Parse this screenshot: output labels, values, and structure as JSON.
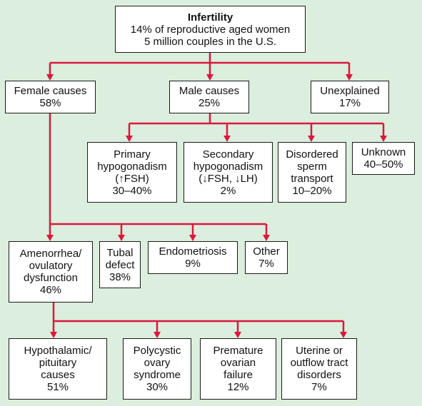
{
  "colors": {
    "background": "#dceedd",
    "connector": "#d9193f",
    "box_fill": "#ffffff",
    "box_border": "#1a1a1a"
  },
  "nodes": {
    "infertility": {
      "title": "Infertility",
      "lines": [
        "14% of reproductive aged women",
        "5 million couples in the U.S."
      ]
    },
    "female": {
      "lines": [
        "Female causes",
        "58%"
      ]
    },
    "male": {
      "lines": [
        "Male causes",
        "25%"
      ]
    },
    "unexplained": {
      "lines": [
        "Unexplained",
        "17%"
      ]
    },
    "primary_hypogonadism": {
      "lines": [
        "Primary",
        "hypogonadism",
        "(↑FSH)",
        "30–40%"
      ]
    },
    "secondary_hypogonadism": {
      "lines": [
        "Secondary",
        "hypogonadism",
        "(↓FSH, ↓LH)",
        "2%"
      ]
    },
    "disordered_sperm": {
      "lines": [
        "Disordered",
        "sperm",
        "transport",
        "10–20%"
      ]
    },
    "unknown": {
      "lines": [
        "Unknown",
        "40–50%"
      ]
    },
    "amenorrhea": {
      "lines": [
        "Amenorrhea/",
        "ovulatory",
        "dysfunction",
        "46%"
      ]
    },
    "tubal": {
      "lines": [
        "Tubal",
        "defect",
        "38%"
      ]
    },
    "endometriosis": {
      "lines": [
        "Endometriosis",
        "9%"
      ]
    },
    "other": {
      "lines": [
        "Other",
        "7%"
      ]
    },
    "hypothalamic": {
      "lines": [
        "Hypothalamic/",
        "pituitary",
        "causes",
        "51%"
      ]
    },
    "pcos": {
      "lines": [
        "Polycystic",
        "ovary",
        "syndrome",
        "30%"
      ]
    },
    "premature": {
      "lines": [
        "Premature",
        "ovarian",
        "failure",
        "12%"
      ]
    },
    "uterine": {
      "lines": [
        "Uterine or",
        "outflow tract",
        "disorders",
        "7%"
      ]
    }
  }
}
